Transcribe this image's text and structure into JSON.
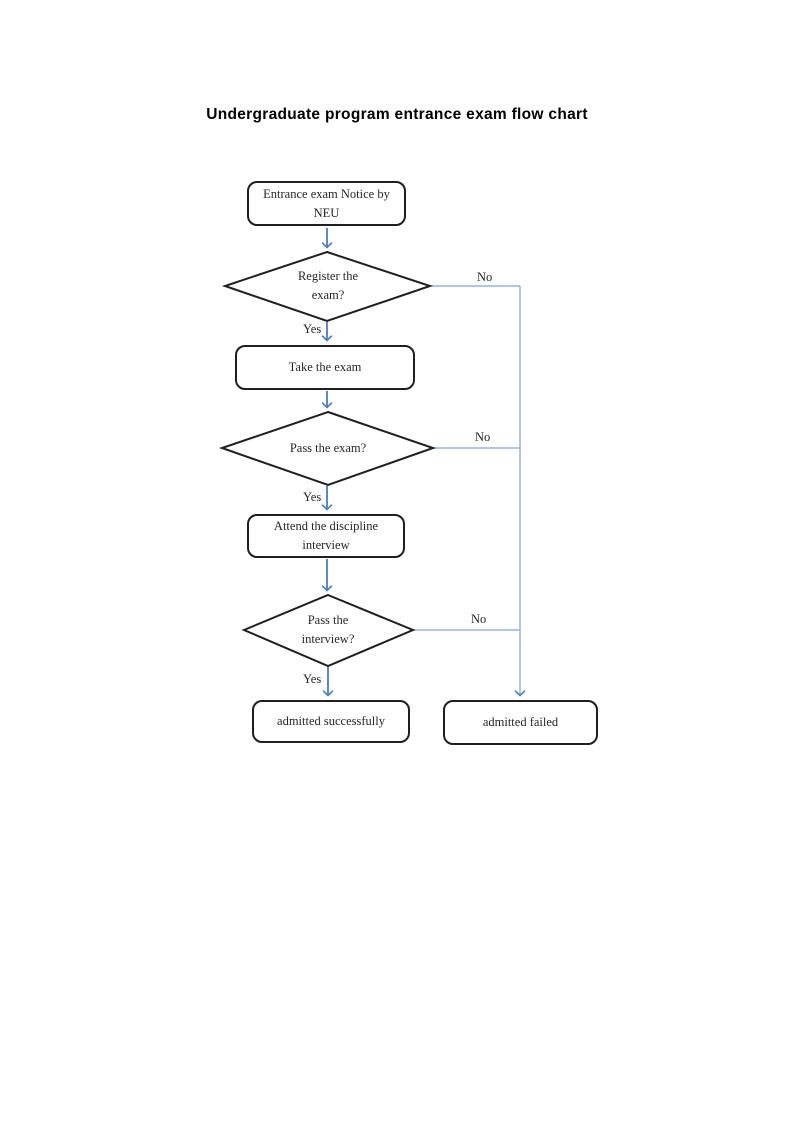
{
  "title": "Undergraduate program entrance exam flow chart",
  "colors": {
    "shape_border": "#1f1f1f",
    "arrow": "#4a7ebb",
    "connector": "#95b3d7",
    "text": "#262626"
  },
  "flowchart": {
    "nodes": {
      "start": {
        "label": "Entrance exam Notice by NEU",
        "type": "rounded-rect"
      },
      "register_decision": {
        "label": "Register the exam?",
        "type": "diamond"
      },
      "take_exam": {
        "label": "Take the exam",
        "type": "rounded-rect"
      },
      "pass_exam_decision": {
        "label": "Pass the exam?",
        "type": "diamond"
      },
      "interview": {
        "label": "Attend the discipline interview",
        "type": "rounded-rect"
      },
      "pass_interview_decision": {
        "label": "Pass the interview?",
        "type": "diamond"
      },
      "admitted_success": {
        "label": "admitted successfully",
        "type": "rounded-rect"
      },
      "admitted_failed": {
        "label": "admitted failed",
        "type": "rounded-rect"
      }
    },
    "edge_labels": {
      "register_yes": "Yes",
      "register_no": "No",
      "pass_exam_yes": "Yes",
      "pass_exam_no": "No",
      "pass_interview_yes": "Yes",
      "pass_interview_no": "No"
    }
  }
}
